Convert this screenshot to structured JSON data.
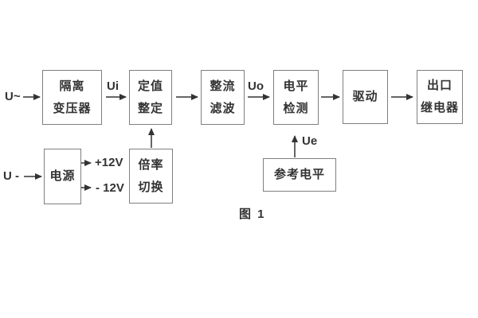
{
  "diagram": {
    "caption": "图 1",
    "inputs": {
      "ac_label": "U~",
      "dc_label": "U -"
    },
    "signals": {
      "ui": "Ui",
      "uo": "Uo",
      "ue": "Ue",
      "plus12v": "+12V",
      "minus12v": "- 12V"
    },
    "blocks": {
      "isolation_transformer": {
        "line1": "隔离",
        "line2": "变压器"
      },
      "setting_adjust": {
        "line1": "定值",
        "line2": "整定"
      },
      "rectifier_filter": {
        "line1": "整流",
        "line2": "滤波"
      },
      "level_detect": {
        "line1": "电平",
        "line2": "检测"
      },
      "drive": {
        "label": "驱动"
      },
      "output_relay": {
        "line1": "出口",
        "line2": "继电器"
      },
      "power_supply": {
        "label": "电源"
      },
      "multiplier_switch": {
        "line1": "倍率",
        "line2": "切换"
      },
      "reference_level": {
        "label": "参考电平"
      }
    },
    "colors": {
      "background": "#ffffff",
      "box_border": "#7f7f7f",
      "text": "#333333",
      "arrow": "#333333"
    }
  }
}
